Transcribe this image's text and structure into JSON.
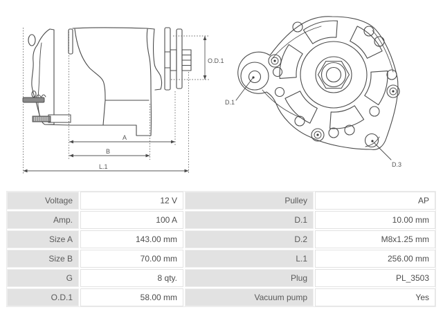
{
  "drawing": {
    "side_view": {
      "dims": {
        "a": "A",
        "b": "B",
        "l1": "L.1",
        "od1": "O.D.1"
      }
    },
    "front_view": {
      "callouts": {
        "d1": "D.1",
        "d3": "D.3"
      }
    }
  },
  "spec_table": {
    "rows": [
      {
        "label_left": "Voltage",
        "value_left": "12 V",
        "label_right": "Pulley",
        "value_right": "AP"
      },
      {
        "label_left": "Amp.",
        "value_left": "100 A",
        "label_right": "D.1",
        "value_right": "10.00 mm"
      },
      {
        "label_left": "Size A",
        "value_left": "143.00 mm",
        "label_right": "D.2",
        "value_right": "M8x1.25 mm"
      },
      {
        "label_left": "Size B",
        "value_left": "70.00 mm",
        "label_right": "L.1",
        "value_right": "256.00 mm"
      },
      {
        "label_left": "G",
        "value_left": "8 qty.",
        "label_right": "Plug",
        "value_right": "PL_3503"
      },
      {
        "label_left": "O.D.1",
        "value_left": "58.00 mm",
        "label_right": "Vacuum pump",
        "value_right": "Yes"
      }
    ]
  },
  "colors": {
    "line": "#4a4a4a",
    "dim_text": "#555555",
    "table_label_bg": "#e2e2e2",
    "table_border": "#e2e2e2",
    "table_label_text": "#5a5a5a",
    "table_value_text": "#4d4d4d"
  }
}
